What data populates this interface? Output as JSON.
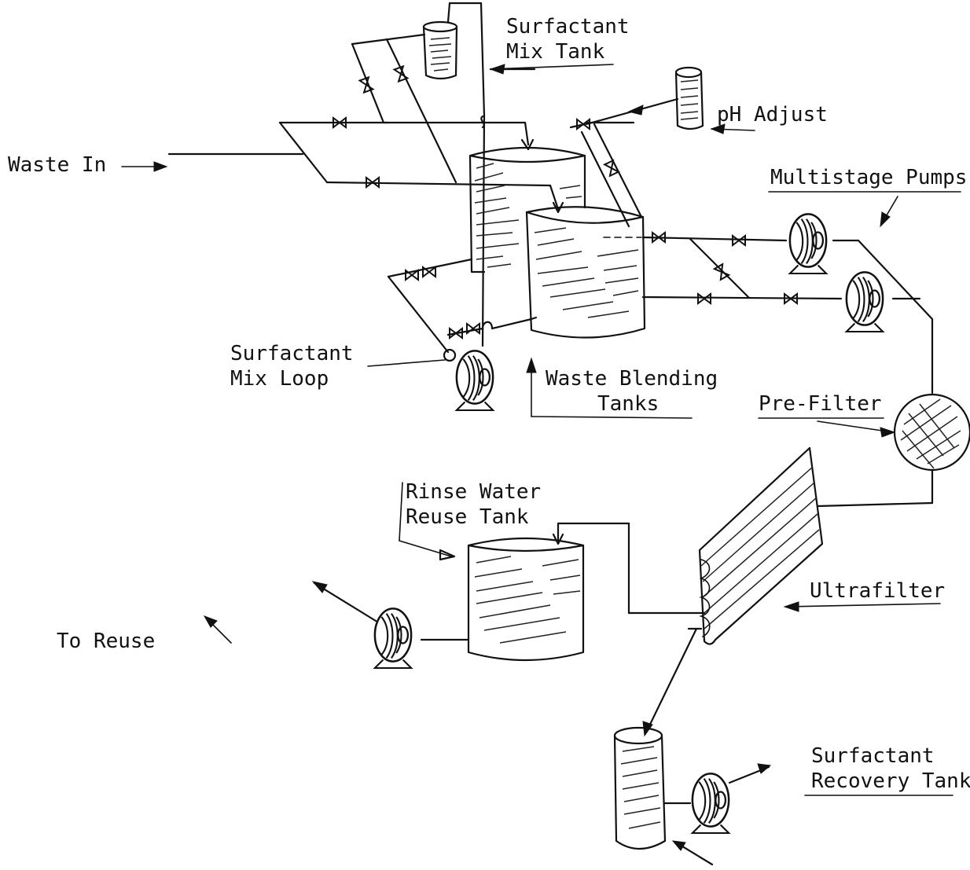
{
  "labels": {
    "surfactant_mix_tank": [
      "Surfactant",
      "Mix Tank"
    ],
    "ph_adjust": "pH Adjust",
    "waste_in": "Waste In",
    "multistage_pumps": "Multistage Pumps",
    "surfactant_mix_loop": [
      "Surfactant",
      "Mix Loop"
    ],
    "waste_blending_tanks": [
      "Waste Blending",
      "Tanks"
    ],
    "pre_filter": "Pre-Filter",
    "rinse_water_reuse_tank": [
      "Rinse Water",
      "Reuse Tank"
    ],
    "ultrafilter": "Ultrafilter",
    "to_reuse": "To Reuse",
    "surfactant_recovery_tank": [
      "Surfactant",
      "Recovery Tank"
    ]
  }
}
